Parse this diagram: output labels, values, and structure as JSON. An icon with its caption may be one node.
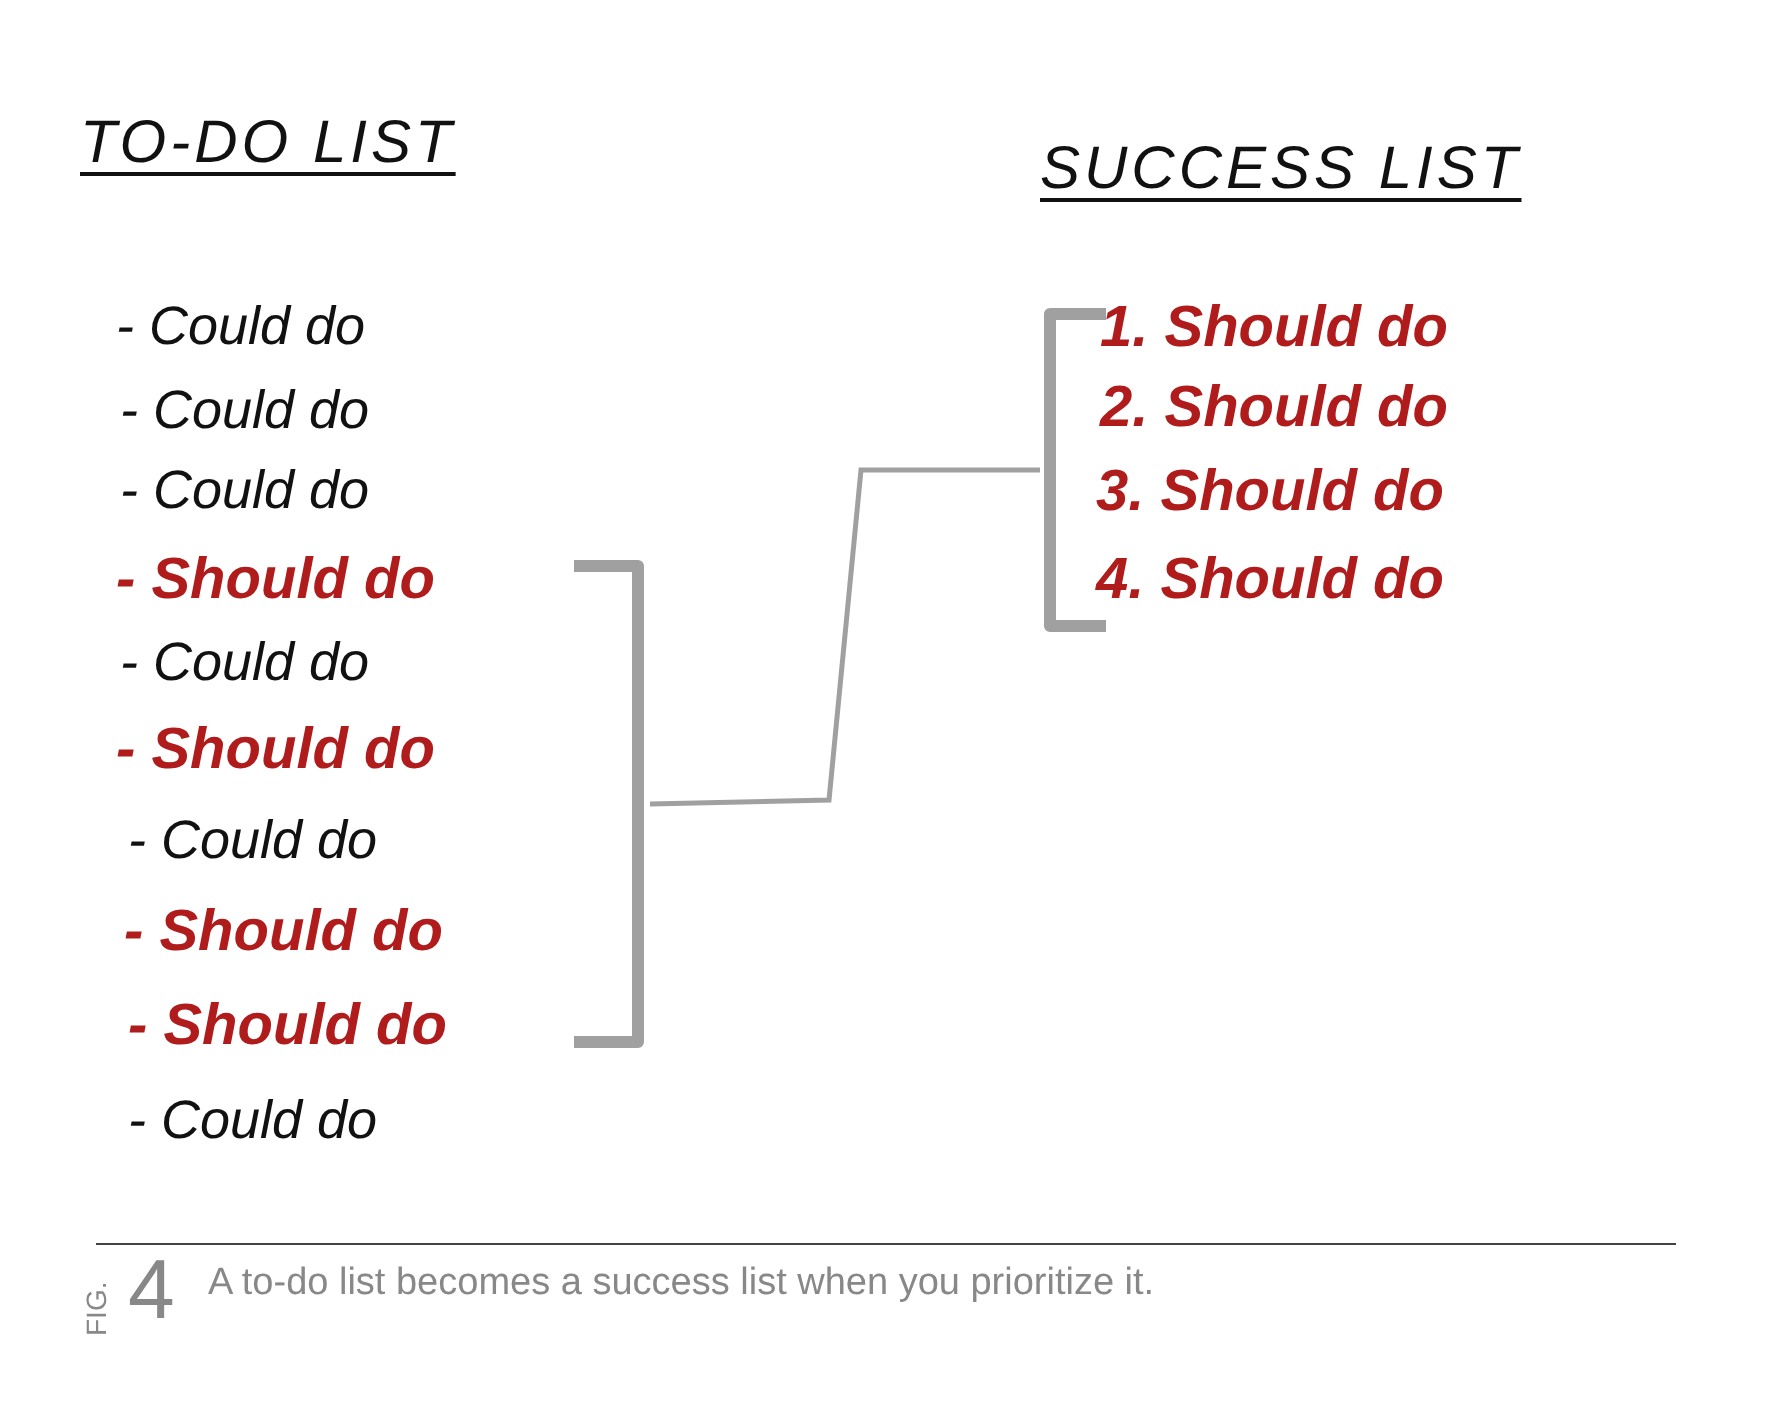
{
  "diagram": {
    "caption": "A to-do list becomes a success list when you prioritize it.",
    "nodes": [
      {
        "text": [
          "TO-DO LIST"
        ]
      },
      {
        "text": [
          "- Could do"
        ],
        "in": 0
      },
      {
        "text": [
          "- Could do"
        ],
        "in": 0
      },
      {
        "text": [
          "- Could do"
        ],
        "in": 0
      },
      {
        "text": [
          "- Should do"
        ],
        "in": 0
      },
      {
        "text": [
          "- Could do"
        ],
        "in": 0
      },
      {
        "text": [
          "- Should do"
        ],
        "in": 0
      },
      {
        "text": [
          "- Could do"
        ],
        "in": 0
      },
      {
        "text": [
          "- Should do"
        ],
        "in": 0
      },
      {
        "text": [
          "- Should do"
        ],
        "in": 0
      },
      {
        "text": [
          "- Could do"
        ],
        "in": 0
      },
      {
        "text": [],
        "shape": "bracket",
        "in": 0
      },
      {
        "text": [
          "SUCCESS LIST"
        ]
      },
      {
        "text": [
          "1. Should do"
        ],
        "in": 12
      },
      {
        "text": [
          "2. Should do"
        ],
        "in": 12
      },
      {
        "text": [
          "3. Should do"
        ],
        "in": 12
      },
      {
        "text": [
          "4. Should do"
        ],
        "in": 12
      },
      {
        "text": [],
        "shape": "bracket",
        "in": 12
      }
    ],
    "edges": [
      {
        "from": 11,
        "to": 17,
        "arrow": "none"
      }
    ],
    "labels": [
      "FIG.",
      "4"
    ]
  }
}
